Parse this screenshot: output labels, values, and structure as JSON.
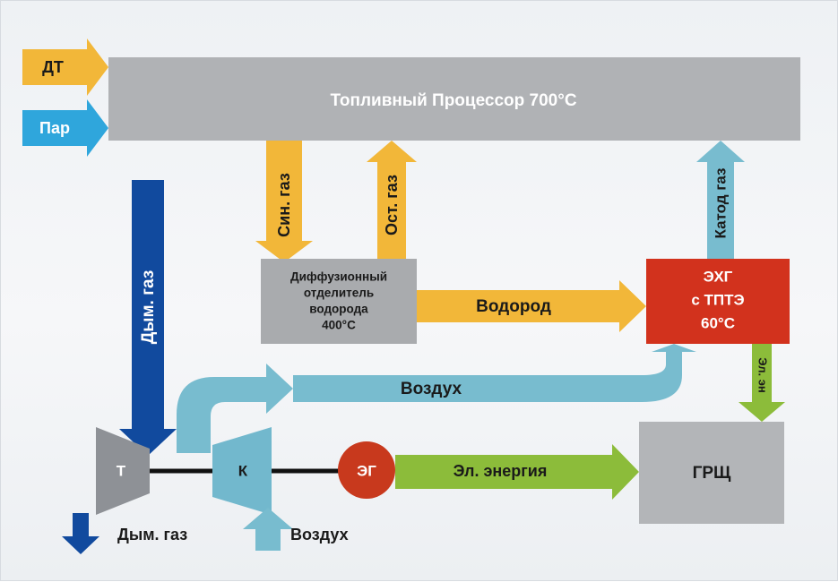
{
  "nodes": {
    "processor": "Топливный Процессор 700°С",
    "separator": [
      "Диффузионный",
      "отделитель",
      "водорода",
      "400°С"
    ],
    "fuel_cell": [
      "ЭХГ",
      "с ТПТЭ",
      "60°С"
    ],
    "turbine": "Т",
    "compressor": "К",
    "generator": "ЭГ",
    "switchboard": "ГРЩ"
  },
  "flows": {
    "diesel": "ДТ",
    "steam": "Пар",
    "syngas": "Син. газ",
    "residual_gas": "Ост. газ",
    "cathode_gas": "Катод газ",
    "flue_gas_vertical": "Дым. газ",
    "hydrogen": "Водород",
    "air_top": "Воздух",
    "el_short": "Эл. эн",
    "electric_energy": "Эл. энергия",
    "flue_gas_out": "Дым. газ",
    "air_in": "Воздух"
  },
  "colors": {
    "processor": "#b0b2b5",
    "separator": "#a9abae",
    "switchboard": "#b3b5b8",
    "fuel_cell": "#d2321d",
    "generator": "#c8391d",
    "turbine": "#8e9196",
    "compressor": "#72b8cd",
    "fuel_arrow": "#f2b739",
    "steam_arrow": "#2fa6dc",
    "flue_arrow": "#114a9e",
    "air_arrow": "#78bccf",
    "electric_arrow": "#8cbc3a"
  }
}
